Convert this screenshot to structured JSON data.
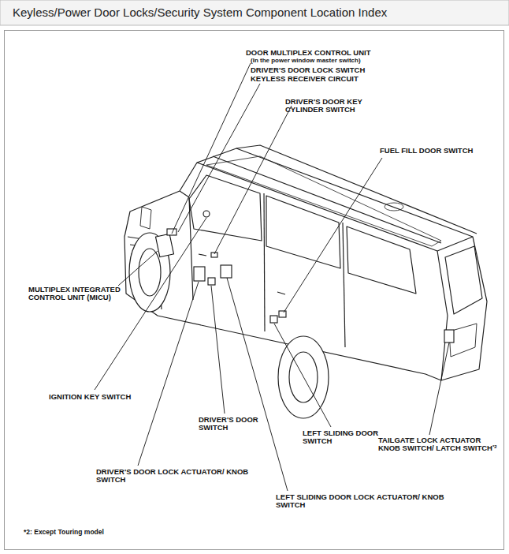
{
  "diagram": {
    "title": "Keyless/Power Door Locks/Security System Component Location Index",
    "labels": [
      "DOOR MULTIPLEX CONTROL UNIT",
      "(In the power window master switch)",
      "DRIVER'S DOOR LOCK SWITCH",
      "KEYLESS RECEIVER CIRCUIT",
      "DRIVER'S DOOR KEY CYLINDER SWITCH",
      "FUEL FILL DOOR SWITCH",
      "MULTIPLEX INTEGRATED CONTROL UNIT (MICU)",
      "IGNITION KEY SWITCH",
      "DRIVER'S DOOR SWITCH",
      "LEFT SLIDING DOOR SWITCH",
      "TAILGATE LOCK ACTUATOR KNOB SWITCH/ LATCH SWITCH",
      "*2",
      "DRIVER'S DOOR LOCK ACTUATOR/ KNOB SWITCH",
      "LEFT SLIDING DOOR LOCK ACTUATOR/ KNOB SWITCH",
      "*2: Except Touring model"
    ]
  }
}
